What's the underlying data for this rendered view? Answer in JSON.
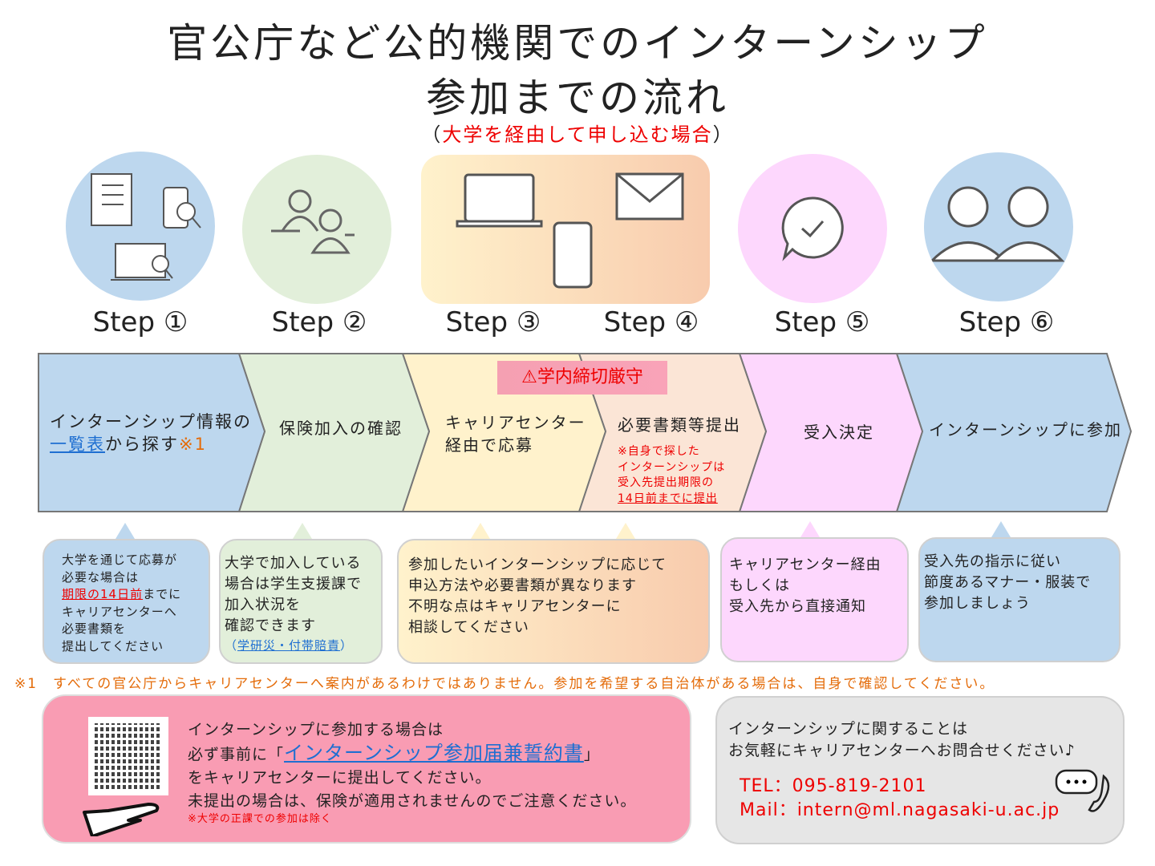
{
  "title": {
    "line1": "官公庁など公的機関でのインターンシップ",
    "line2": "参加までの流れ",
    "sub_open": "（",
    "sub": "大学を経由して申し込む場合",
    "sub_close": "）"
  },
  "steps": [
    "Step ①",
    "Step ②",
    "Step ③",
    "Step ④",
    "Step ⑤",
    "Step ⑥"
  ],
  "badge": "⚠学内締切厳守",
  "flow": {
    "s1_line1": "インターンシップ情報の",
    "s1_link": "一覧表",
    "s1_rest": "から探す",
    "s1_mark": "※1",
    "s2": "保険加入の確認",
    "s3_line1": "キャリアセンター",
    "s3_line2": "経由で応募",
    "s4": "必要書類等提出",
    "s4_note": [
      "※自身で探した",
      "インターンシップは",
      "受入先提出期限の"
    ],
    "s4_note_ul": "14日前までに提出",
    "s5": "受入決定",
    "s6": "インターンシップに参加"
  },
  "callouts": {
    "c1": {
      "l1": "大学を通じて応募が",
      "l2": "必要な場合は",
      "red": "期限の14日前",
      "l3rest": "までに",
      "l4": "キャリアセンターへ",
      "l5": "必要書類を",
      "l6": "提出してください"
    },
    "c2": {
      "lines": [
        "大学で加入している",
        "場合は学生支援課で",
        "加入状況を",
        "確認できます"
      ],
      "open": "（",
      "link": "学研災・付帯賠責",
      "close": "）"
    },
    "c3": {
      "lines": [
        "参加したいインターンシップに応じて",
        "申込方法や必要書類が異なります",
        "不明な点はキャリアセンターに",
        "相談してください"
      ]
    },
    "c4": {
      "lines": [
        "キャリアセンター経由",
        "もしくは",
        "受入先から直接通知"
      ]
    },
    "c5": {
      "lines": [
        "受入先の指示に従い",
        "節度あるマナー・服装で",
        "参加しましょう"
      ]
    }
  },
  "footnote": "※1　すべての官公庁からキャリアセンターへ案内があるわけではありません。参加を希望する自治体がある場合は、自身で確認してください。",
  "pledge": {
    "l1": "インターンシップに参加する場合は",
    "l2a": "必ず事前に「",
    "l2link": "インターンシップ参加届兼誓約書",
    "l2b": "」",
    "l3": "をキャリアセンターに提出してください。",
    "l4": "未提出の場合は、保険が適用されませんのでご注意ください。",
    "note": "※大学の正課での参加は除く"
  },
  "contact": {
    "l1": "インターンシップに関することは",
    "l2": "お気軽にキャリアセンターへお問合せください♪",
    "tel": "TEL：095-819-2101",
    "mail": "Mail：intern@ml.nagasaki-u.ac.jp"
  },
  "colors": {
    "blue": "#bdd7ee",
    "green": "#e2efda",
    "yellow": "#fff2cc",
    "peach": "#f8cbad",
    "pink": "#fdd7fd",
    "red": "#ee0000",
    "orange": "#e46c0a"
  }
}
